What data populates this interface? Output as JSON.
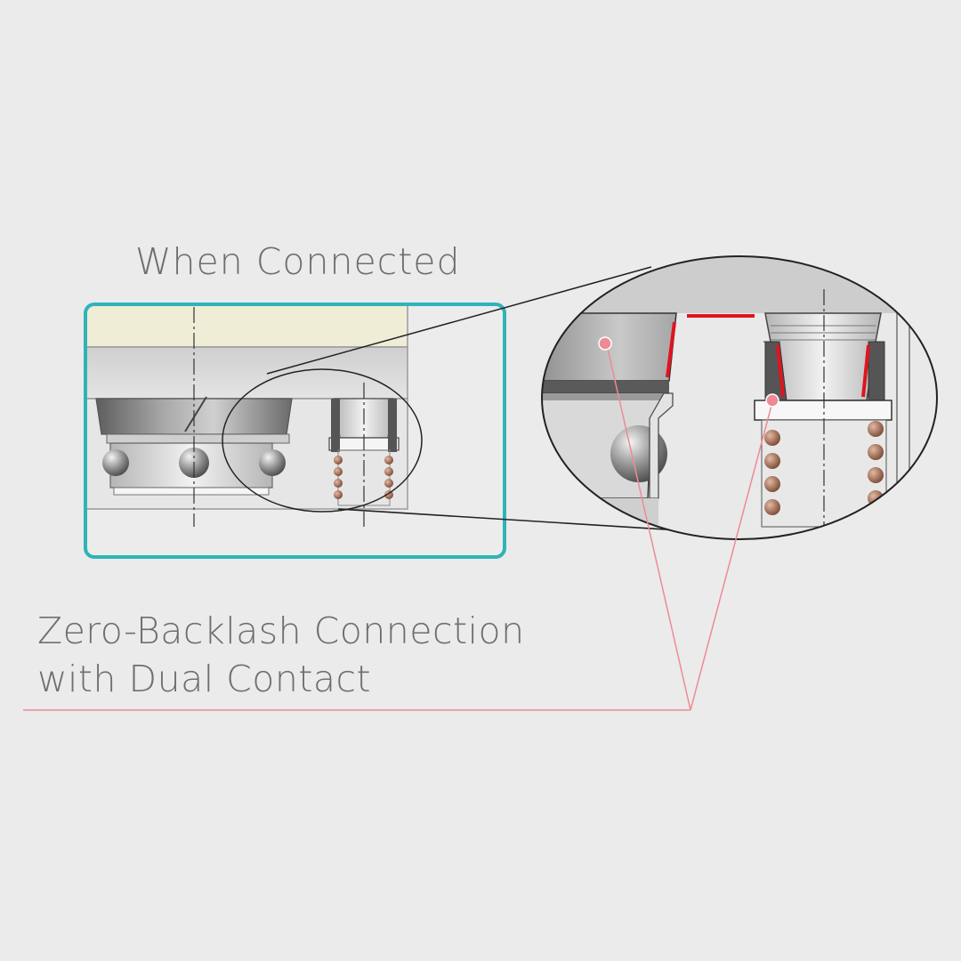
{
  "title": "When Connected",
  "caption": {
    "line1": "Zero-Backlash Connection",
    "line2": "with Dual Contact"
  },
  "colors": {
    "background": "#ebebeb",
    "frame": "#2fb3b8",
    "contact": "#e0141e",
    "leader": "#ee8a96",
    "spring": "#9a5e45",
    "body_light": "#d5d5d5",
    "body_dark": "#6a6a6a",
    "cream": "#efedd6"
  },
  "icons": [
    "magnifier-loupe",
    "ball-bearing",
    "coil-spring"
  ]
}
